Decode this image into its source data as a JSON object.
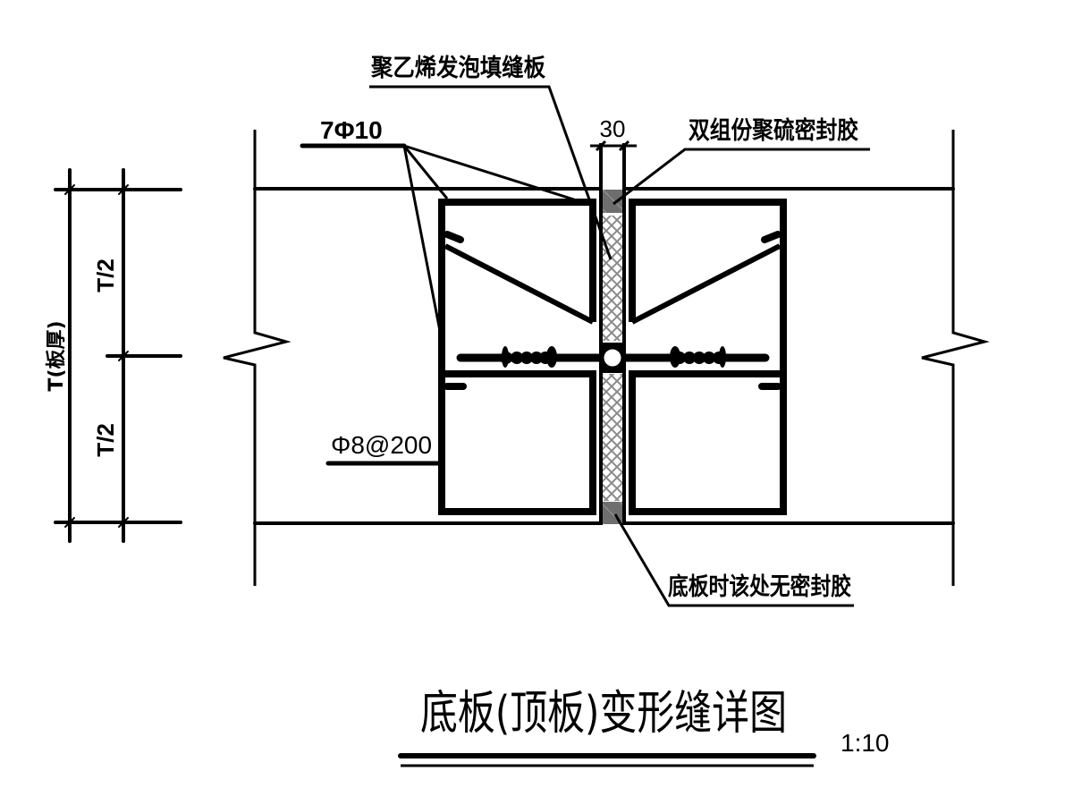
{
  "drawing": {
    "title": "底板(顶板)变形缝详图",
    "scale": "1:10",
    "labels": {
      "filler_board": "聚乙烯发泡填缝板",
      "sealant": "双组份聚硫密封胶",
      "bottom_note": "底板时该处无密封胶",
      "main_rebar": "7Φ10",
      "stirrup": "Φ8@200",
      "joint_width": "30"
    },
    "dimensions": {
      "total": "T(板厚)",
      "upper_half": "T/2",
      "lower_half": "T/2"
    },
    "colors": {
      "line": "#000000",
      "sealant_fill": "#6e6e6e",
      "hatch": "#8a8a8a",
      "background": "#ffffff"
    }
  }
}
